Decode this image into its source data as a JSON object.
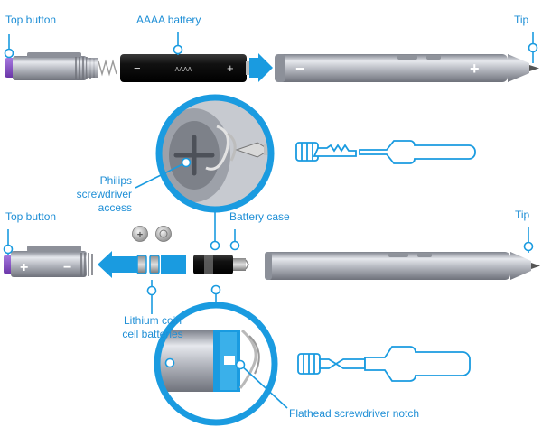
{
  "colors": {
    "accent": "#1a9be0",
    "label": "#1f8fd6",
    "pen_body": "#a9acb5",
    "pen_highlight": "#e3e5ea",
    "battery": "#1b1b1b",
    "eraser": "#8a4fc7",
    "metal": "#9c9c9c"
  },
  "top_section": {
    "top_button_label": "Top button",
    "battery_label": "AAAA battery",
    "battery_print": "AAAA",
    "battery_minus": "−",
    "battery_plus": "+",
    "tip_label": "Tip",
    "pen_minus": "−",
    "pen_plus": "+"
  },
  "middle_section": {
    "philips_label_lines": [
      "Philips",
      "screwdriver",
      "access"
    ]
  },
  "bottom_section": {
    "top_button_label": "Top button",
    "battery_case_label": "Battery case",
    "tip_label": "Tip",
    "cap_plus": "+",
    "cap_minus": "−",
    "coin_label_lines": [
      "Lithium coin",
      "cell batteries"
    ],
    "flathead_label": "Flathead screwdriver notch"
  },
  "icons": [
    "callout-dot-icon",
    "arrow-right-icon",
    "arrow-left-icon",
    "philips-screwdriver-icon",
    "flathead-screwdriver-icon",
    "coin-battery-icon"
  ]
}
